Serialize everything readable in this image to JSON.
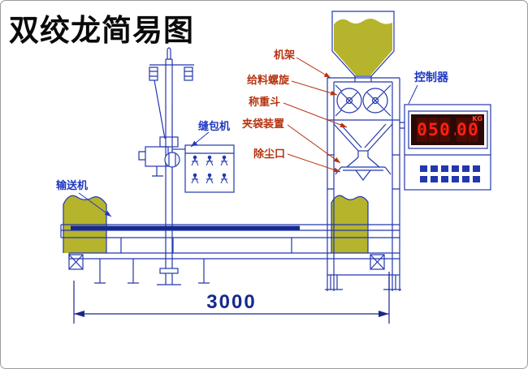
{
  "title": "双绞龙简易图",
  "labels": {
    "frame": "机架",
    "feed_screw": "给料螺旋",
    "weigh_hopper": "称重斗",
    "clamp_device": "夹袋装置",
    "dust_port": "除尘口",
    "controller": "控制器",
    "sewing_machine": "缝包机",
    "conveyor": "输送机"
  },
  "display": {
    "value": "050.00",
    "unit": "KG"
  },
  "dimension_label": "3000",
  "colors": {
    "line_blue": "#2337ae",
    "dark_blue": "#16298f",
    "label_red": "#b5330f",
    "label_blue": "#2038c0",
    "olive_fill": "#b5b42c",
    "display_bg": "#2b0906",
    "display_digit_bg": "#4a0b04",
    "display_digit": "#ff2012"
  }
}
